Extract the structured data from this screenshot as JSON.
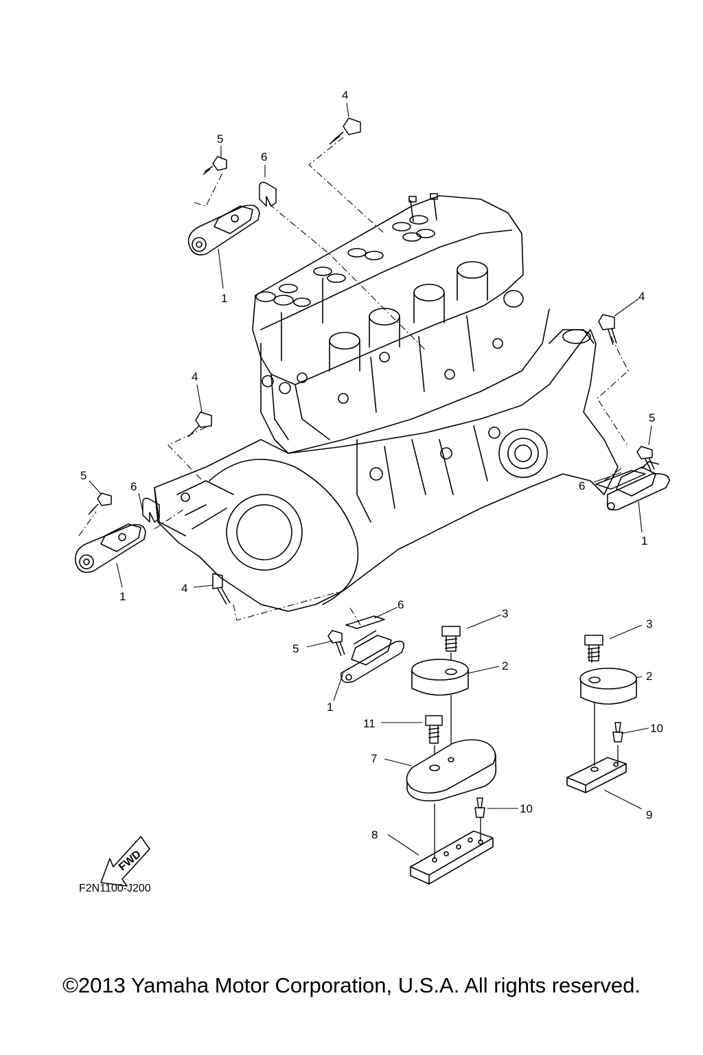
{
  "diagram": {
    "drawing_code": "F2N1100-J200",
    "fwd_label": "FWD",
    "callouts": {
      "c1a": "1",
      "c1b": "1",
      "c1c": "1",
      "c1d": "1",
      "c2a": "2",
      "c2b": "2",
      "c3a": "3",
      "c3b": "3",
      "c4a": "4",
      "c4b": "4",
      "c4c": "4",
      "c4d": "4",
      "c5a": "5",
      "c5b": "5",
      "c5c": "5",
      "c5d": "5",
      "c6a": "6",
      "c6b": "6",
      "c6c": "6",
      "c6d": "6",
      "c7": "7",
      "c8": "8",
      "c9": "9",
      "c10a": "10",
      "c10b": "10",
      "c11": "11"
    }
  },
  "footer": {
    "copyright": "©2013 Yamaha Motor Corporation, U.S.A. All rights reserved."
  },
  "colors": {
    "line": "#000000",
    "shade": "#e6e6e6",
    "background": "#ffffff"
  }
}
